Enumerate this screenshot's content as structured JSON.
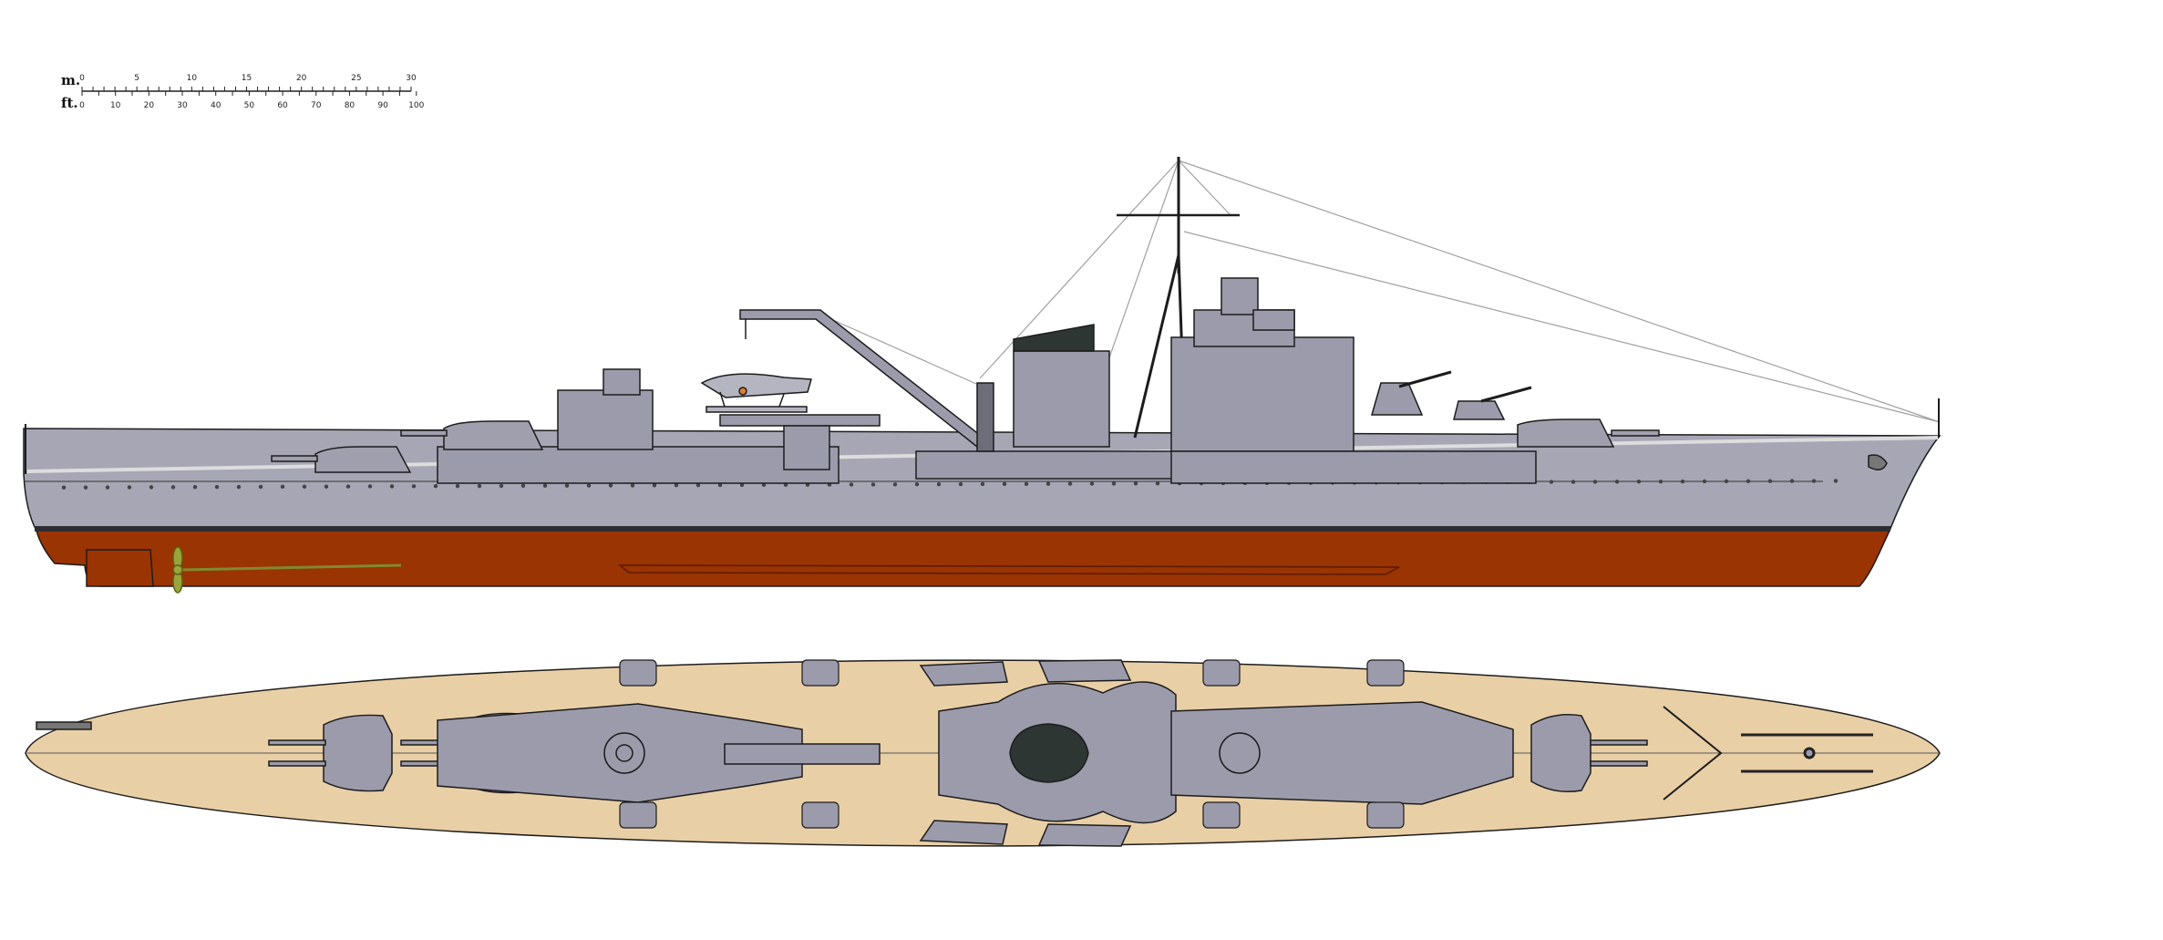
{
  "scale_bar": {
    "meters_label": "m.",
    "feet_label": "ft.",
    "meter_ticks": [
      "0",
      "5",
      "10",
      "15",
      "20",
      "25",
      "30"
    ],
    "feet_ticks": [
      "0",
      "10",
      "20",
      "30",
      "40",
      "50",
      "60",
      "70",
      "80",
      "90",
      "100"
    ]
  },
  "colors": {
    "background": "#ffffff",
    "hull_gray": "#a7a6b5",
    "superstructure_gray": "#9c9bab",
    "dark_gray": "#6e6d7a",
    "antifouling_red": "#9a3402",
    "boot_top": "#2d2d31",
    "deck_tan": "#e9cfa6",
    "funnel_cap": "#2e3633",
    "outline": "#1c1c1c",
    "propeller": "#9aa43a",
    "rigging": "#9a9a9a"
  },
  "views": {
    "profile": "side-elevation",
    "plan": "top-plan"
  }
}
